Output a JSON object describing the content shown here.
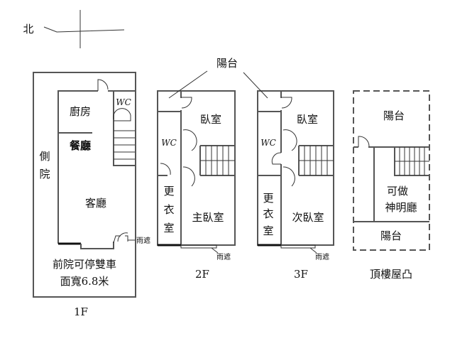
{
  "compass": {
    "north": "北"
  },
  "floors": {
    "f1": {
      "label": "1F",
      "kitchen": "廚房",
      "dining": "餐廳",
      "wc": "WC",
      "living": "客廳",
      "side_yard": [
        "側",
        "院"
      ],
      "front_yard": "前院可停雙車",
      "frontage": "面寬6.8米",
      "awning": "雨遮"
    },
    "f2": {
      "label": "2F",
      "bedroom": "臥室",
      "wc": "WC",
      "dressing": [
        "更",
        "衣",
        "室"
      ],
      "master": "主臥室",
      "awning": "雨遮"
    },
    "f3": {
      "label": "3F",
      "bedroom": "臥室",
      "wc": "WC",
      "dressing": [
        "更",
        "衣",
        "室"
      ],
      "second": "次臥室",
      "awning": "雨遮"
    },
    "roof": {
      "label": "頂樓屋凸",
      "balcony_top": "陽台",
      "shrine": [
        "可做",
        "神明廳"
      ],
      "balcony_bottom": "陽台"
    }
  },
  "balcony_callout": "陽台"
}
